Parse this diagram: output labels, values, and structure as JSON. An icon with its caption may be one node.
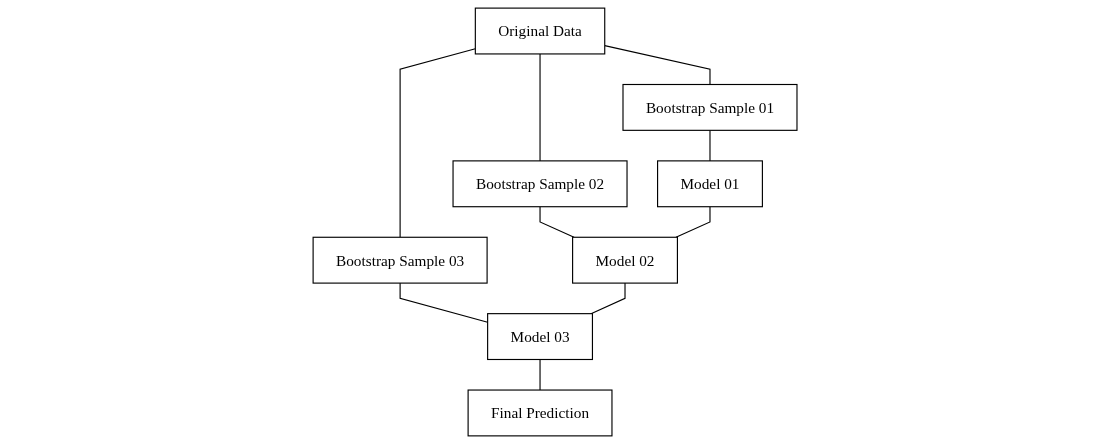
{
  "diagram": {
    "nodes": [
      {
        "text": [
          "Original Data"
        ]
      },
      {
        "text": [
          "Bootstrap Sample 01"
        ]
      },
      {
        "text": [
          "Bootstrap Sample 02"
        ]
      },
      {
        "text": [
          "Bootstrap Sample 03"
        ]
      },
      {
        "text": [
          "Model 01"
        ]
      },
      {
        "text": [
          "Model 02"
        ]
      },
      {
        "text": [
          "Model 03"
        ]
      },
      {
        "text": [
          "Final Prediction"
        ]
      }
    ],
    "edges": [
      {
        "from": 0,
        "to": 1,
        "arrow": "none"
      },
      {
        "from": 0,
        "to": 2,
        "arrow": "none"
      },
      {
        "from": 0,
        "to": 3,
        "arrow": "none"
      },
      {
        "from": 1,
        "to": 4,
        "arrow": "none"
      },
      {
        "from": 2,
        "to": 5,
        "arrow": "none"
      },
      {
        "from": 3,
        "to": 6,
        "arrow": "none"
      },
      {
        "from": 4,
        "to": 5,
        "arrow": "none"
      },
      {
        "from": 5,
        "to": 6,
        "arrow": "none"
      },
      {
        "from": 6,
        "to": 7,
        "arrow": "none"
      }
    ]
  }
}
